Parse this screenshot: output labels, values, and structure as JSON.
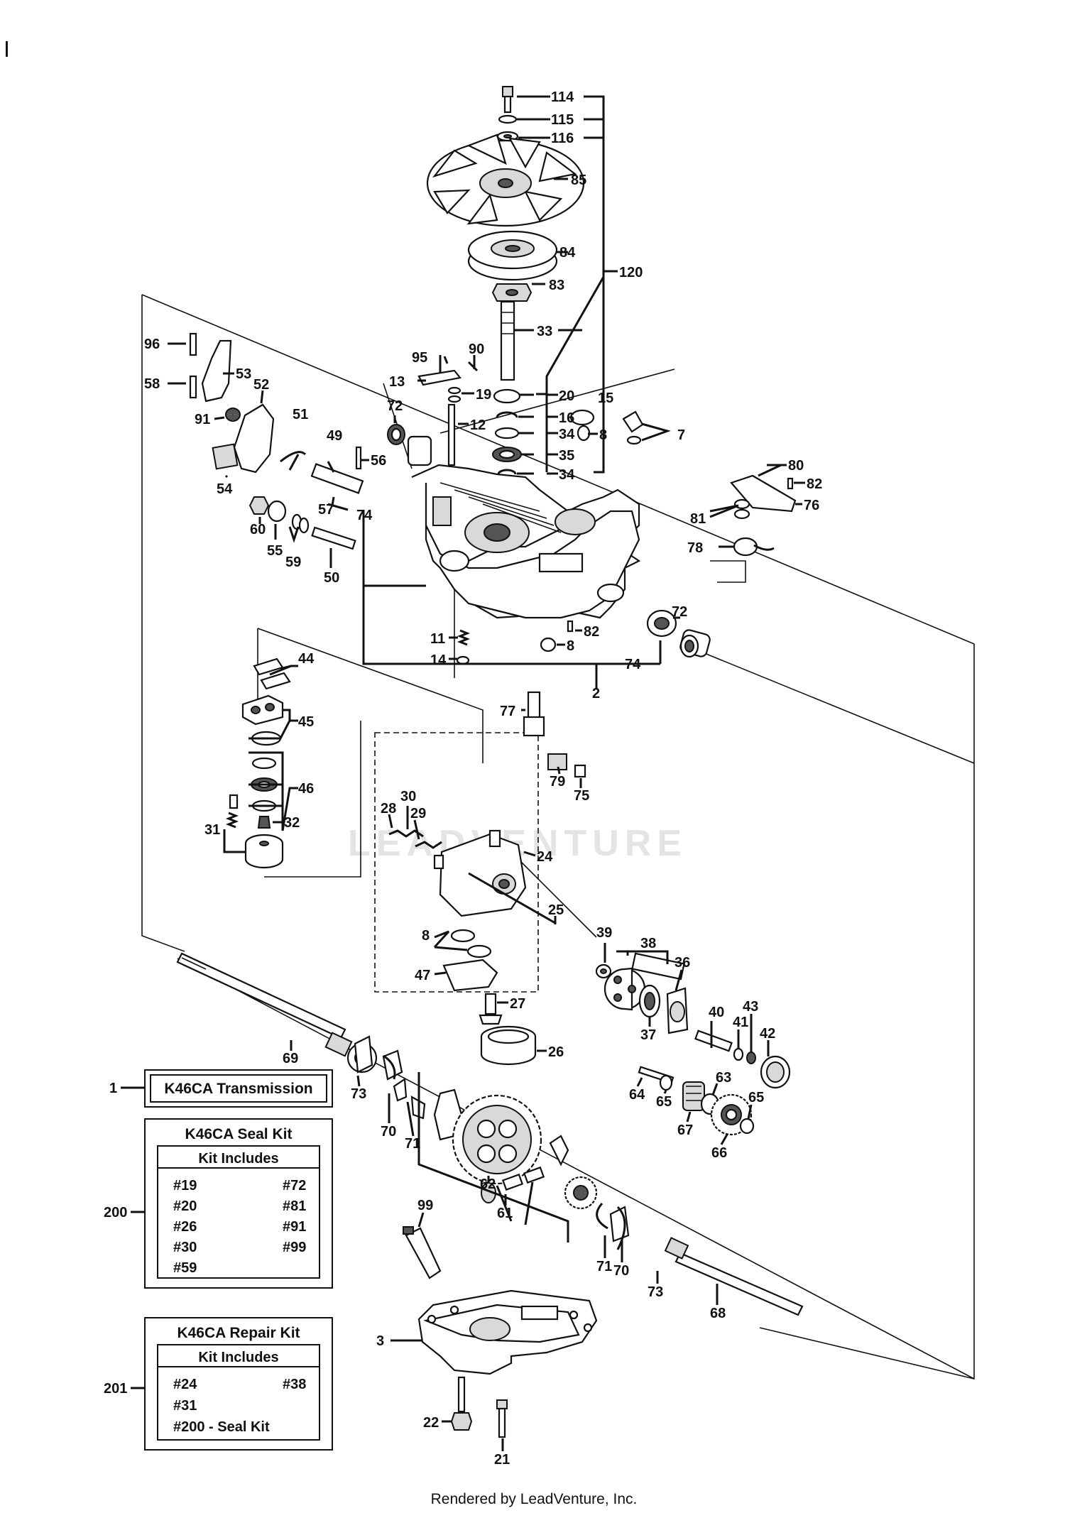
{
  "watermark": "LEADVENTURE",
  "footer": "Rendered by LeadVenture, Inc.",
  "callouts": {
    "c114": "114",
    "c115": "115",
    "c116": "116",
    "c85": "85",
    "c84": "84",
    "c83": "83",
    "c120": "120",
    "c33": "33",
    "c96": "96",
    "c58": "58",
    "c53": "53",
    "c52": "52",
    "c91": "91",
    "c51": "51",
    "c49": "49",
    "c56": "56",
    "c54": "54",
    "c57": "57",
    "c74a": "74",
    "c72a": "72",
    "c95": "95",
    "c90": "90",
    "c13": "13",
    "c19": "19",
    "c20": "20",
    "c16": "16",
    "c12": "12",
    "c34a": "34",
    "c35": "35",
    "c34b": "34",
    "c15": "15",
    "c8a": "8",
    "c7": "7",
    "c80": "80",
    "c82a": "82",
    "c76": "76",
    "c81": "81",
    "c78": "78",
    "c60": "60",
    "c55": "55",
    "c59": "59",
    "c50": "50",
    "c11": "11",
    "c14": "14",
    "c82b": "82",
    "c8b": "8",
    "c72b": "72",
    "c74b": "74",
    "c2": "2",
    "c44": "44",
    "c45": "45",
    "c46": "46",
    "c31": "31",
    "c32": "32",
    "c77": "77",
    "c79": "79",
    "c75": "75",
    "c28": "28",
    "c30": "30",
    "c29": "29",
    "c24": "24",
    "c25": "25",
    "c8c": "8",
    "c47": "47",
    "c27": "27",
    "c26": "26",
    "c39": "39",
    "c38": "38",
    "c36": "36",
    "c37": "37",
    "c40": "40",
    "c41": "41",
    "c43": "43",
    "c42": "42",
    "c69": "69",
    "c73a": "73",
    "c70a": "70",
    "c71a": "71",
    "c64": "64",
    "c65a": "65",
    "c63": "63",
    "c67": "67",
    "c66": "66",
    "c65b": "65",
    "c62": "62",
    "c61": "61",
    "c99": "99",
    "c71b": "71",
    "c70b": "70",
    "c73b": "73",
    "c68": "68",
    "c3": "3",
    "c22": "22",
    "c21": "21",
    "c1": "1",
    "c200": "200",
    "c201": "201"
  },
  "legend": {
    "transmission": {
      "ref": "1",
      "title": "K46CA Transmission"
    },
    "seal_kit": {
      "ref": "200",
      "title": "K46CA Seal Kit",
      "subtitle": "Kit Includes",
      "items_left": [
        "#19",
        "#20",
        "#26",
        "#30",
        "#59"
      ],
      "items_right": [
        "#72",
        "#81",
        "#91",
        "#99"
      ]
    },
    "repair_kit": {
      "ref": "201",
      "title": "K46CA Repair Kit",
      "subtitle": "Kit Includes",
      "items_left": [
        "#24",
        "#31",
        "#200 - Seal Kit"
      ],
      "items_right": [
        "#38"
      ]
    }
  }
}
